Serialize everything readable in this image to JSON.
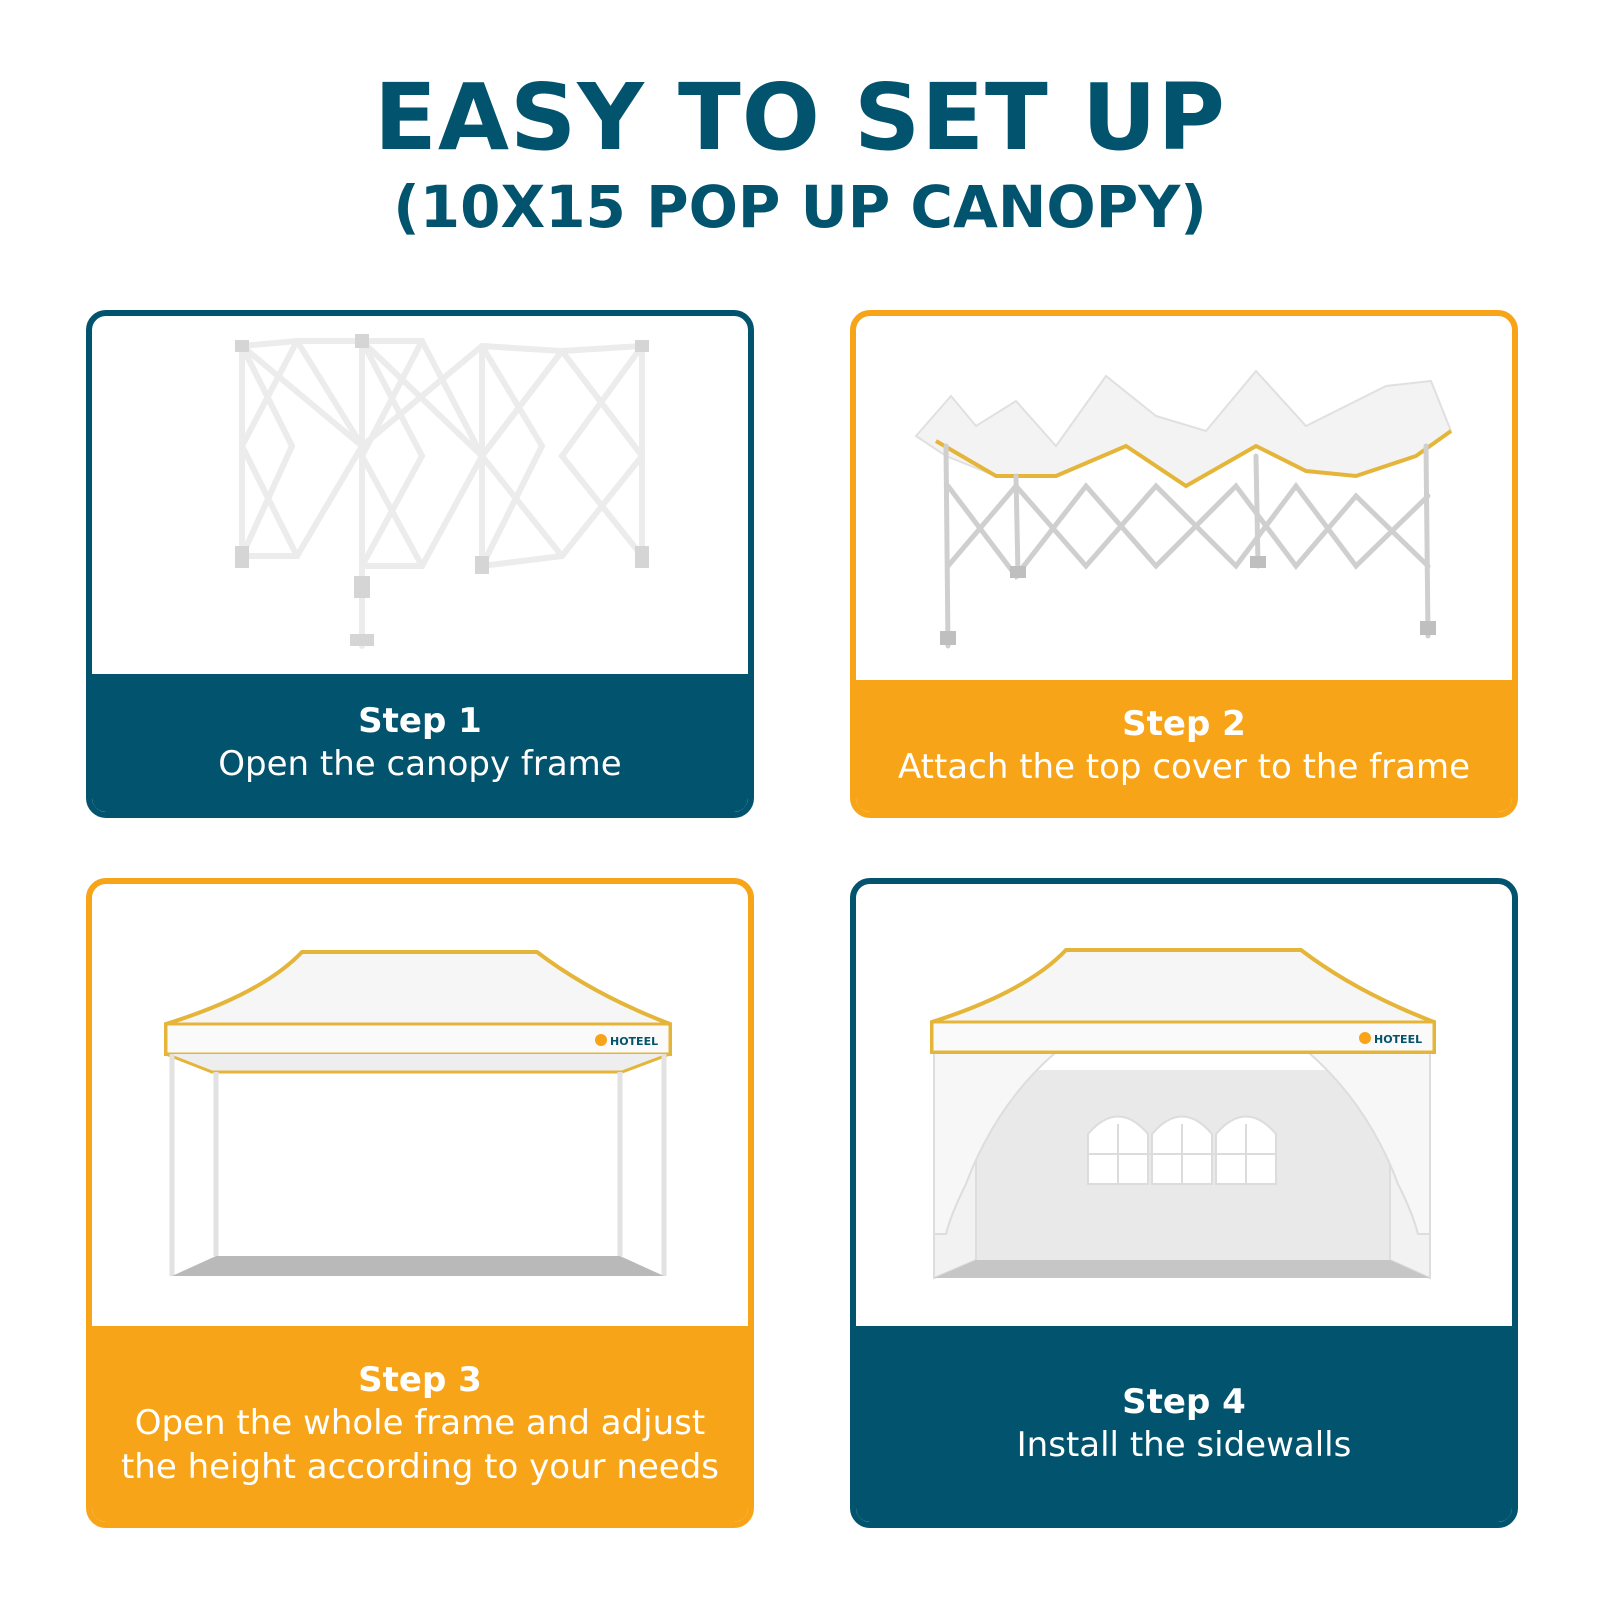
{
  "header": {
    "title": "EASY TO SET UP",
    "subtitle": "(10X15 POP UP CANOPY)"
  },
  "colors": {
    "navy": "#02536d",
    "orange": "#f7a418",
    "frame_white": "#f4f4f4",
    "frame_grey": "#c8c8c8",
    "trim_yellow": "#e5b53a"
  },
  "brand": "HOTEEL",
  "steps": [
    {
      "step": "Step 1",
      "description": "Open the canopy frame",
      "theme": "navy",
      "icon": "canopy-frame-icon"
    },
    {
      "step": "Step 2",
      "description": "Attach the top cover to the frame",
      "theme": "orange",
      "icon": "canopy-cover-icon"
    },
    {
      "step": "Step 3",
      "description": "Open the whole frame and adjust the height according to your needs",
      "theme": "orange",
      "icon": "canopy-open-icon"
    },
    {
      "step": "Step 4",
      "description": "Install the sidewalls",
      "theme": "navy",
      "icon": "canopy-sidewalls-icon"
    }
  ]
}
